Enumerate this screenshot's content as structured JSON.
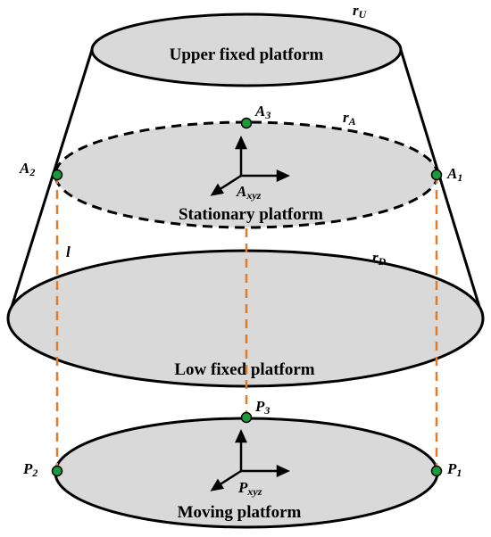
{
  "platforms": {
    "upper": "Upper fixed platform",
    "stationary": "Stationary platform",
    "low": "Low fixed platform",
    "moving": "Moving platform"
  },
  "radii": {
    "upper": {
      "main": "r",
      "sub": "U"
    },
    "stationary": {
      "main": "r",
      "sub": "A"
    },
    "low": {
      "main": "r",
      "sub": "D"
    }
  },
  "leg_label": "l",
  "points": {
    "A1": {
      "main": "A",
      "sub": "1"
    },
    "A2": {
      "main": "A",
      "sub": "2"
    },
    "A3": {
      "main": "A",
      "sub": "3"
    },
    "P1": {
      "main": "P",
      "sub": "1"
    },
    "P2": {
      "main": "P",
      "sub": "2"
    },
    "P3": {
      "main": "P",
      "sub": "3"
    }
  },
  "frames": {
    "stationary": {
      "main": "A",
      "sub": "xyz"
    },
    "moving": {
      "main": "P",
      "sub": "xyz"
    }
  },
  "colors": {
    "fill": "#d9d9d9",
    "stroke": "#000000",
    "dashed_leg": "#e07b2a",
    "joint": "#1a9a3a"
  }
}
